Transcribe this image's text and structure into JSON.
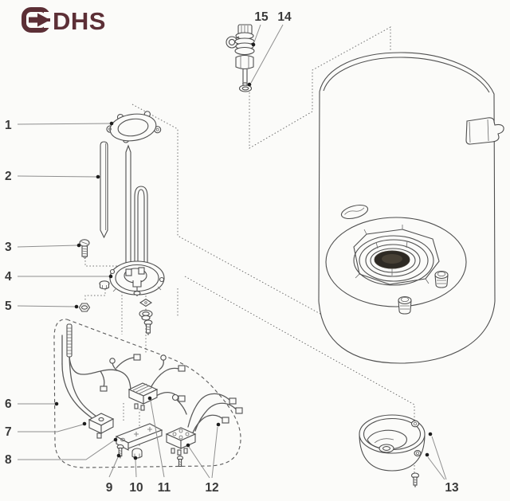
{
  "logo": {
    "text": "DHS",
    "color": "#5c2f36"
  },
  "diagram": {
    "background": "#fbfbf9",
    "line_color": "#4f4f4f",
    "label_color": "#3a3a3a",
    "leader_color": "#8f8f8f"
  },
  "part_labels": [
    "1",
    "2",
    "3",
    "4",
    "5",
    "6",
    "7",
    "8",
    "9",
    "10",
    "11",
    "12",
    "13",
    "14",
    "15"
  ]
}
